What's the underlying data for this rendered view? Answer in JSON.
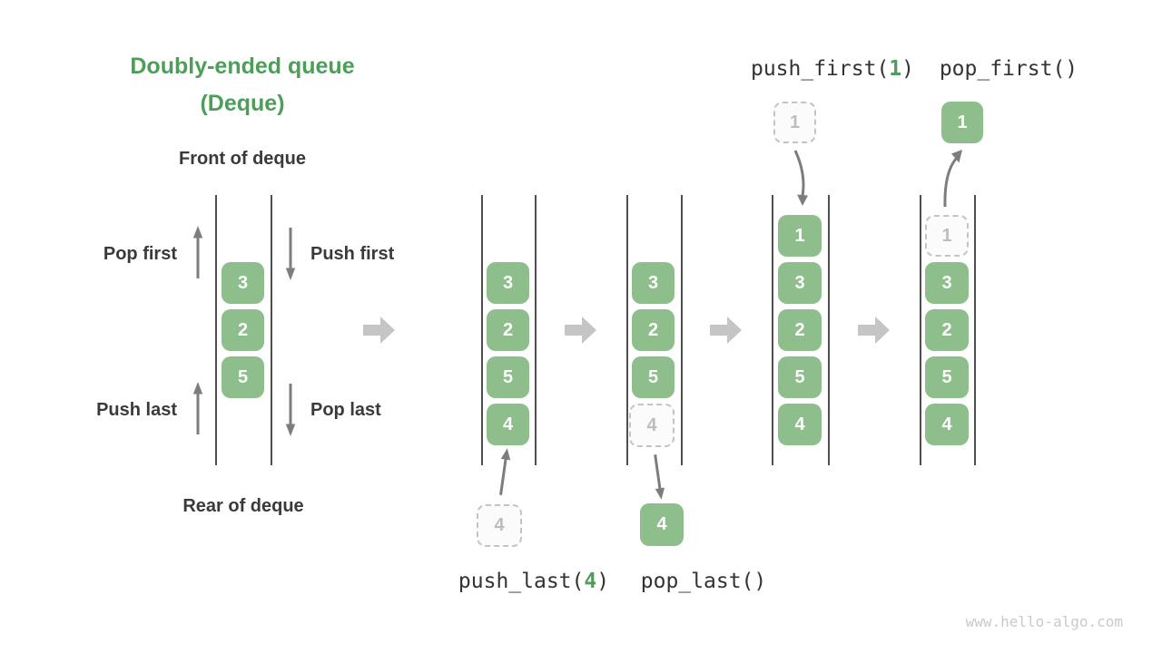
{
  "title": {
    "line1": "Doubly-ended queue",
    "line2": "(Deque)"
  },
  "left_diagram": {
    "front_label": "Front of deque",
    "rear_label": "Rear of deque",
    "pop_first_label": "Pop first",
    "push_first_label": "Push first",
    "push_last_label": "Push last",
    "pop_last_label": "Pop last"
  },
  "stacks": {
    "initial": [
      "3",
      "2",
      "5"
    ],
    "push_last_incoming": "4",
    "after_push_last": [
      "3",
      "2",
      "5",
      "4"
    ],
    "pop_last_remaining": [
      "3",
      "2",
      "5"
    ],
    "pop_last_ghost": "4",
    "pop_last_removed": "4",
    "push_first_incoming": "1",
    "after_push_first": [
      "1",
      "3",
      "2",
      "5",
      "4"
    ],
    "pop_first_ghost": "1",
    "pop_first_remaining": [
      "3",
      "2",
      "5",
      "4"
    ],
    "pop_first_removed": "1"
  },
  "ops": {
    "push_last_pre": "push_last(",
    "push_last_arg": "4",
    "push_last_post": ")",
    "pop_last": "pop_last()",
    "push_first_pre": "push_first(",
    "push_first_arg": "1",
    "push_first_post": ")",
    "pop_first": "pop_first()"
  },
  "watermark": "www.hello-algo.com",
  "colors": {
    "cell_green": "#8dbe8b",
    "title_green": "#4c9e58",
    "arg_green": "#4c9e58",
    "text_dark": "#3a3a3a",
    "code_dark": "#333333",
    "arrow_gray": "#7d7d7d",
    "block_arrow_gray": "#c5c5c5",
    "ghost_border": "#c4c4c4",
    "ghost_text": "#bdbdbd",
    "ghost_bg": "#fbfbfb",
    "rail_gray": "#4f4f4f",
    "watermark_gray": "#c9c9c9"
  }
}
